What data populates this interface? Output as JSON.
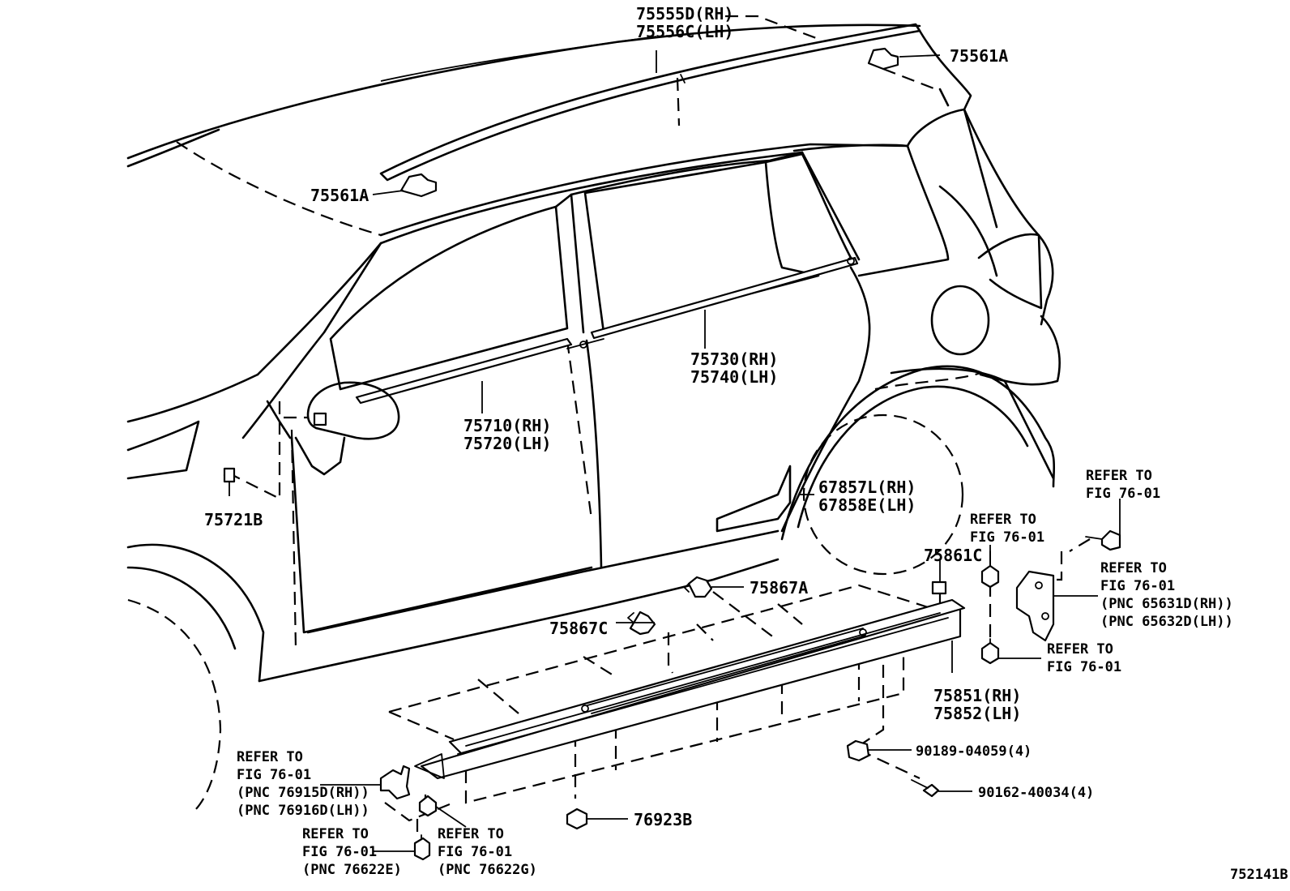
{
  "labels": {
    "roof_rail": {
      "rh": "75555D(RH)",
      "lh": "75556C(LH)"
    },
    "clip_rear": "75561A",
    "clip_front": "75561A",
    "front_belt": {
      "rh": "75730(RH)",
      "lh": "75740(LH)"
    },
    "rear_belt_front": {
      "rh": "75710(RH)",
      "lh": "75720(LH)"
    },
    "mirror_clip": "75721B",
    "mudguard": {
      "rh": "67857L(RH)",
      "lh": "67858E(LH)"
    },
    "clip_75861c": "75861C",
    "clip_75867a": "75867A",
    "clip_75867c": "75867C",
    "rocker": {
      "rh": "75851(RH)",
      "lh": "75852(LH)"
    },
    "clip_90189": "90189-04059(4)",
    "screw_90162": "90162-40034(4)",
    "nut_76923b": "76923B",
    "refer_top_right": {
      "l1": "REFER TO",
      "l2": "FIG 76-01"
    },
    "refer_mid": {
      "l1": "REFER TO",
      "l2": "FIG 76-01"
    },
    "refer_bracket": {
      "l1": "REFER TO",
      "l2": "FIG 76-01",
      "l3": "(PNC 65631D(RH))",
      "l4": "(PNC 65632D(LH))"
    },
    "refer_bolt": {
      "l1": "REFER TO",
      "l2": "FIG 76-01"
    },
    "refer_front_bracket": {
      "l1": "REFER TO",
      "l2": "FIG 76-01",
      "l3": "(PNC 76915D(RH))",
      "l4": "(PNC 76916D(LH))"
    },
    "refer_front_bolt": {
      "l1": "REFER TO",
      "l2": "FIG 76-01",
      "l3": "(PNC 76622E)"
    },
    "refer_front_clip": {
      "l1": "REFER TO",
      "l2": "FIG 76-01",
      "l3": "(PNC 76622G)"
    },
    "figure_code": "752141B"
  }
}
